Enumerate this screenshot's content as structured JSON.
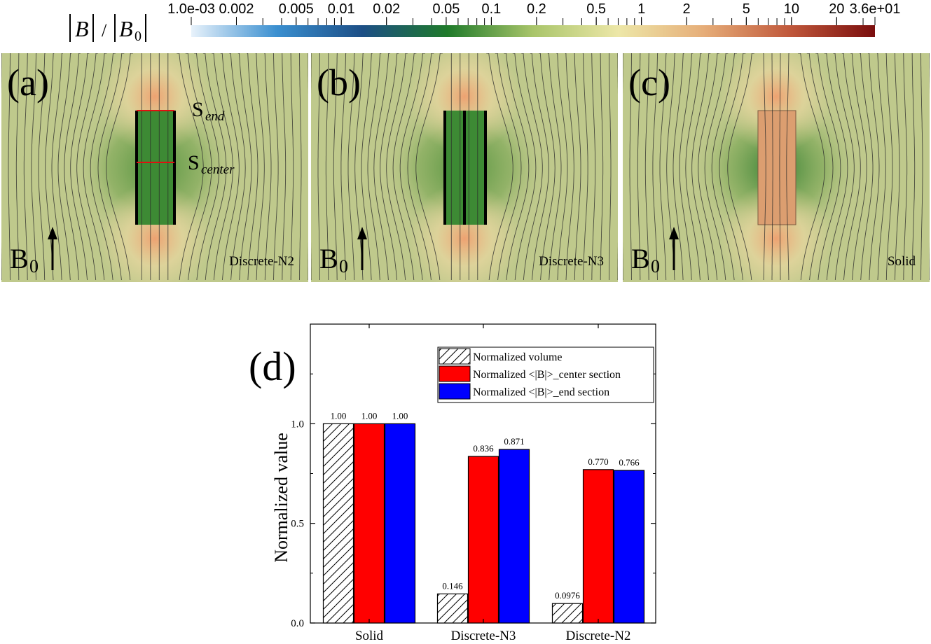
{
  "colorbar": {
    "label_b": "B",
    "label_slash": "/",
    "label_b0": "B",
    "label_b0_sub": "0",
    "colors": [
      "#e8f2fb",
      "#3a8fd0",
      "#1d4f86",
      "#1f7a2a",
      "#a9c56a",
      "#ede7a8",
      "#e6ad78",
      "#c0583b",
      "#7a0d0d"
    ],
    "ticks": [
      {
        "label": "1.0e-03",
        "value": 0.001
      },
      {
        "label": "0.002",
        "value": 0.002
      },
      {
        "label": "0.005",
        "value": 0.005
      },
      {
        "label": "0.01",
        "value": 0.01
      },
      {
        "label": "0.02",
        "value": 0.02
      },
      {
        "label": "0.05",
        "value": 0.05
      },
      {
        "label": "0.1",
        "value": 0.1
      },
      {
        "label": "0.2",
        "value": 0.2
      },
      {
        "label": "0.5",
        "value": 0.5
      },
      {
        "label": "1",
        "value": 1
      },
      {
        "label": "2",
        "value": 2
      },
      {
        "label": "5",
        "value": 5
      },
      {
        "label": "10",
        "value": 10
      },
      {
        "label": "20",
        "value": 20
      },
      {
        "label": "3.6e+01",
        "value": 36
      }
    ],
    "range": [
      0.001,
      36
    ],
    "scale": "log"
  },
  "panels": [
    {
      "tag": "(a)",
      "name": "Discrete-N2",
      "b0": "B",
      "b0_sub": "0",
      "sample": "discrete",
      "rods": 2,
      "s_end": "S",
      "s_end_sub": "end",
      "s_center": "S",
      "s_center_sub": "center"
    },
    {
      "tag": "(b)",
      "name": "Discrete-N3",
      "b0": "B",
      "b0_sub": "0",
      "sample": "discrete",
      "rods": 3
    },
    {
      "tag": "(c)",
      "name": "Solid",
      "b0": "B",
      "b0_sub": "0",
      "sample": "solid",
      "rods": 0
    }
  ],
  "chart_data": {
    "type": "bar",
    "panel_tag": "(d)",
    "categories": [
      "Solid",
      "Discrete-N3",
      "Discrete-N2"
    ],
    "series": [
      {
        "name": "Normalized volume",
        "values": [
          1.0,
          0.146,
          0.0976
        ],
        "labels": [
          "1.00",
          "0.146",
          "0.0976"
        ],
        "fill": "hatch",
        "color": "#ffffff"
      },
      {
        "name": "Normalized  <|B|>_center section",
        "values": [
          1.0,
          0.836,
          0.77
        ],
        "labels": [
          "1.00",
          "0.836",
          "0.770"
        ],
        "fill": "solid",
        "color": "#ff0000"
      },
      {
        "name": "Normalized  <|B|>_end section",
        "values": [
          1.0,
          0.871,
          0.766
        ],
        "labels": [
          "1.00",
          "0.871",
          "0.766"
        ],
        "fill": "solid",
        "color": "#0000ff"
      }
    ],
    "ylabel": "Normalized  value",
    "xlabel": "",
    "ylim": [
      0,
      1.5
    ],
    "yticks": [
      0.0,
      0.5,
      1.0
    ],
    "ytick_labels": [
      "0.0",
      "0.5",
      "1.0"
    ],
    "legend": "top-right",
    "grid": false
  }
}
